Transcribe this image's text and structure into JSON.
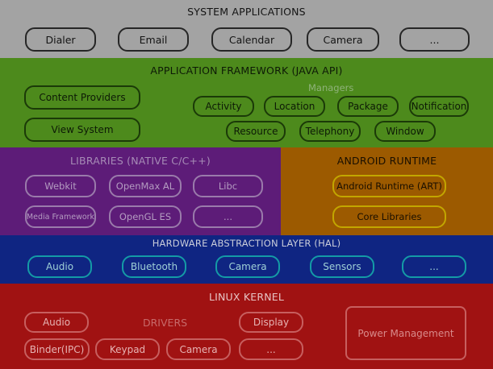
{
  "system_apps": {
    "title": "SYSTEM APPLICATIONS",
    "items": [
      "Dialer",
      "Email",
      "Calendar",
      "Camera",
      "..."
    ]
  },
  "framework": {
    "title": "APPLICATION FRAMEWORK (JAVA API)",
    "left_items": [
      "Content Providers",
      "View System"
    ],
    "managers_label": "Managers",
    "managers": [
      "Activity",
      "Location",
      "Package",
      "Notification",
      "Resource",
      "Telephony",
      "Window"
    ]
  },
  "libraries": {
    "title": "LIBRARIES (NATIVE C/C++)",
    "items": [
      "Webkit",
      "OpenMax AL",
      "Libc",
      "Media Framework",
      "OpenGL ES",
      "..."
    ]
  },
  "runtime": {
    "title": "ANDROID RUNTIME",
    "items": [
      "Android Runtime (ART)",
      "Core Libraries"
    ]
  },
  "hal": {
    "title": "HARDWARE ABSTRACTION LAYER (HAL)",
    "items": [
      "Audio",
      "Bluetooth",
      "Camera",
      "Sensors",
      "..."
    ]
  },
  "kernel": {
    "title": "LINUX KERNEL",
    "drivers_label": "DRIVERS",
    "drivers": [
      "Audio",
      "Display",
      "Binder(IPC)",
      "Keypad",
      "Camera",
      "..."
    ],
    "power": "Power Management"
  }
}
